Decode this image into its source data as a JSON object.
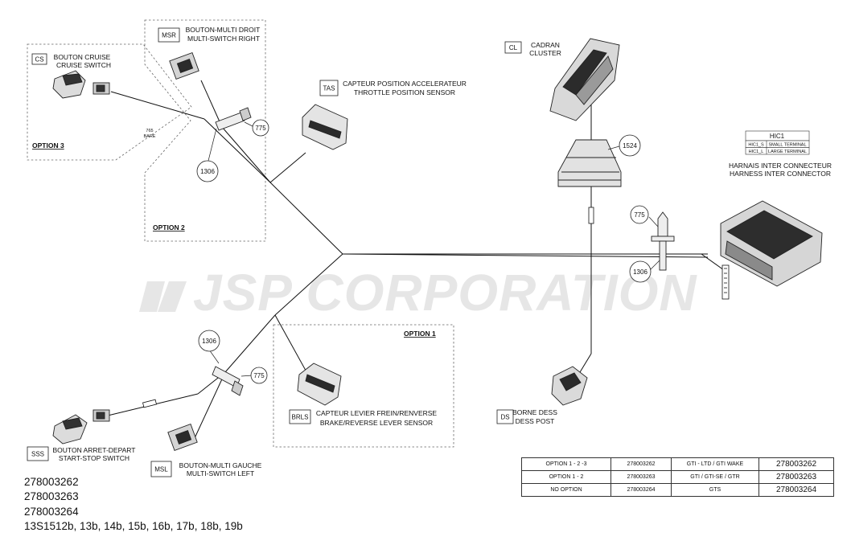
{
  "watermark": "JSP CORPORATION",
  "components": [
    {
      "code": "CS",
      "fr": "BOUTON CRUISE",
      "en": "CRUISE SWITCH"
    },
    {
      "code": "MSR",
      "fr": "BOUTON-MULTI DROIT",
      "en": "MULTI-SWITCH RIGHT"
    },
    {
      "code": "TAS",
      "fr": "CAPTEUR POSITION ACCELERATEUR",
      "en": "THROTTLE POSITION SENSOR"
    },
    {
      "code": "CL",
      "fr": "CADRAN",
      "en": "CLUSTER"
    },
    {
      "code": "BRLS",
      "fr": "CAPTEUR LEVIER FREIN/RENVERSE",
      "en": "BRAKE/REVERSE LEVER SENSOR"
    },
    {
      "code": "DS",
      "fr": "BORNE DESS",
      "en": "DESS POST"
    },
    {
      "code": "SSS",
      "fr": "BOUTON ARRET-DEPART",
      "en": "START-STOP SWITCH"
    },
    {
      "code": "MSL",
      "fr": "BOUTON-MULTI GAUCHE",
      "en": "MULTI-SWITCH LEFT"
    }
  ],
  "harness": {
    "fr": "HARNAIS INTER CONNECTEUR",
    "en": "HARNESS INTER CONNECTOR"
  },
  "hic_box": {
    "title": "HIC1",
    "rows": [
      {
        "term": "HIC1_S",
        "desc": "SMALL TERMINAL"
      },
      {
        "term": "HIC1_L",
        "desc": "LARGE TERMINAL"
      }
    ]
  },
  "options": {
    "opt1": "OPTION 1",
    "opt2": "OPTION 2",
    "opt3": "OPTION 3"
  },
  "callouts": {
    "c775": "775",
    "c1306": "1306",
    "c1524": "1524"
  },
  "bare_note": {
    "line1": "765",
    "line2": "BARE"
  },
  "part_numbers": [
    "278003262",
    "278003263",
    "278003264",
    "13S1512b, 13b, 14b, 15b, 16b, 17b, 18b, 19b"
  ],
  "option_table": [
    [
      "OPTION 1 - 2 -3",
      "278003262",
      "GTI - LTD  /  GTI WAKE",
      "278003262"
    ],
    [
      "OPTION 1 - 2",
      "278003263",
      "GTI  /  GTI-SE  /  GTR",
      "278003263"
    ],
    [
      "NO OPTION",
      "278003264",
      "GTS",
      "278003264"
    ]
  ]
}
